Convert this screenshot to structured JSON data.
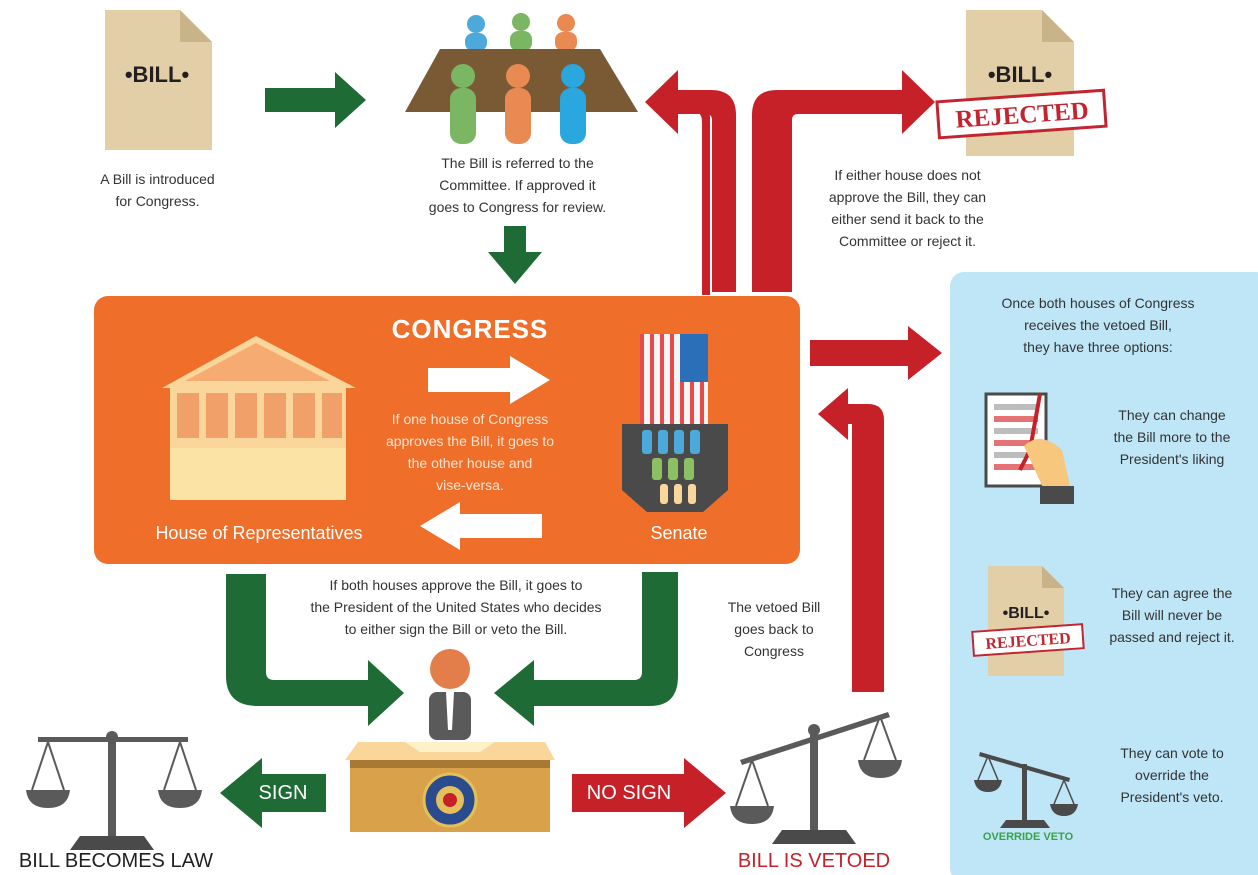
{
  "intro": {
    "bill_label": "•BILL•",
    "caption": "A Bill is introduced\nfor Congress."
  },
  "committee": {
    "caption": "The Bill is referred to the\nCommittee. If approved it\ngoes to Congress for review."
  },
  "rejected": {
    "bill_label": "•BILL•",
    "stamp": "REJECTED",
    "caption": "If either house does not\napprove the Bill, they can\neither send it back to the\nCommittee or reject it."
  },
  "congress": {
    "title": "CONGRESS",
    "explanation": "If one house of Congress\napproves the Bill, it goes to\nthe other house and\nvise-versa.",
    "house_label": "House of Representatives",
    "senate_label": "Senate"
  },
  "president": {
    "caption": "If both houses approve the Bill, it goes to\nthe President of the United States who decides\nto either sign the Bill or veto the Bill."
  },
  "sign": {
    "arrow_label": "SIGN",
    "result": "BILL BECOMES LAW"
  },
  "no_sign": {
    "arrow_label": "NO SIGN",
    "result": "BILL IS VETOED"
  },
  "vetoed": {
    "caption": "The vetoed Bill\ngoes back to\nCongress"
  },
  "options": {
    "intro": "Once both houses of Congress\nreceives the vetoed Bill,\nthey have three options:",
    "items": [
      {
        "icon": "edit-document-icon",
        "text": "They can change\nthe Bill more to the\nPresident's liking"
      },
      {
        "icon": "rejected-bill-icon",
        "text": "They can agree the\nBill will never be\npassed and reject it.",
        "bill_label": "•BILL•",
        "stamp": "REJECTED"
      },
      {
        "icon": "override-scale-icon",
        "text": "They can vote to\noverride the\nPresident's veto.",
        "icon_label": "OVERRIDE VETO"
      }
    ]
  },
  "colors": {
    "congress_orange": "#ee6e2a",
    "green_arrow": "#1f6b35",
    "red_arrow": "#c62028",
    "options_panel": "#bfe6f7",
    "paper": "#e2cfa8"
  }
}
